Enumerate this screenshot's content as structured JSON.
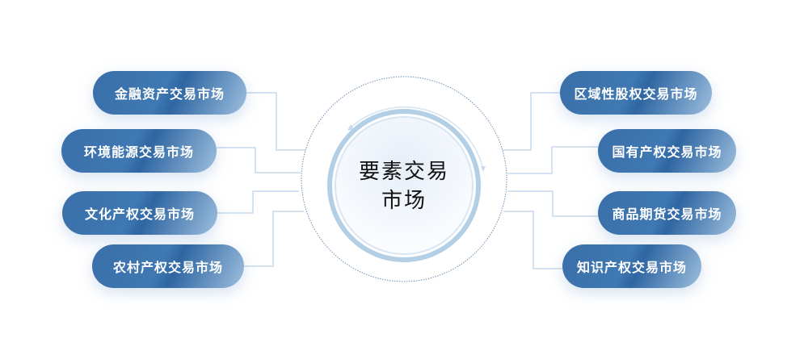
{
  "center": {
    "line1": "要素交易",
    "line2": "市场"
  },
  "left": [
    {
      "label": "金融资产交易市场"
    },
    {
      "label": "环境能源交易市场"
    },
    {
      "label": "文化产权交易市场"
    },
    {
      "label": "农村产权交易市场"
    }
  ],
  "right": [
    {
      "label": "区域性股权交易市场"
    },
    {
      "label": "国有产权交易市场"
    },
    {
      "label": "商品期货交易市场"
    },
    {
      "label": "知识产权交易市场"
    }
  ],
  "colors": {
    "pill": "#3a6fa8",
    "line": "#a9c6e3",
    "ring": "#b3cfe6"
  }
}
